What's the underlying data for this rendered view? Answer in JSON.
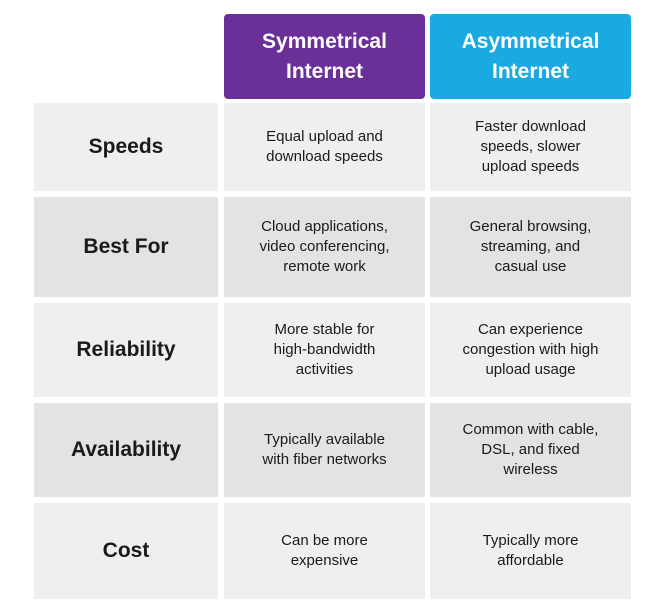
{
  "headers": {
    "symmetrical": "Symmetrical\nInternet",
    "asymmetrical": "Asymmetrical\nInternet"
  },
  "colors": {
    "symmetrical_header": "#6b2f98",
    "asymmetrical_header": "#1ba9e1",
    "row_light": "#efefef",
    "row_dark": "#e3e3e3"
  },
  "rows": [
    {
      "label": "Speeds",
      "symmetrical": "Equal upload and\ndownload speeds",
      "asymmetrical": "Faster download\nspeeds, slower\nupload speeds"
    },
    {
      "label": "Best For",
      "symmetrical": "Cloud applications,\nvideo conferencing,\nremote work",
      "asymmetrical": "General browsing,\nstreaming, and\ncasual use"
    },
    {
      "label": "Reliability",
      "symmetrical": "More stable for\nhigh-bandwidth\nactivities",
      "asymmetrical": "Can experience\ncongestion with high\nupload usage"
    },
    {
      "label": "Availability",
      "symmetrical": "Typically available\nwith fiber networks",
      "asymmetrical": "Common with cable,\nDSL, and fixed\nwireless"
    },
    {
      "label": "Cost",
      "symmetrical": "Can be more\nexpensive",
      "asymmetrical": "Typically more\naffordable"
    }
  ]
}
